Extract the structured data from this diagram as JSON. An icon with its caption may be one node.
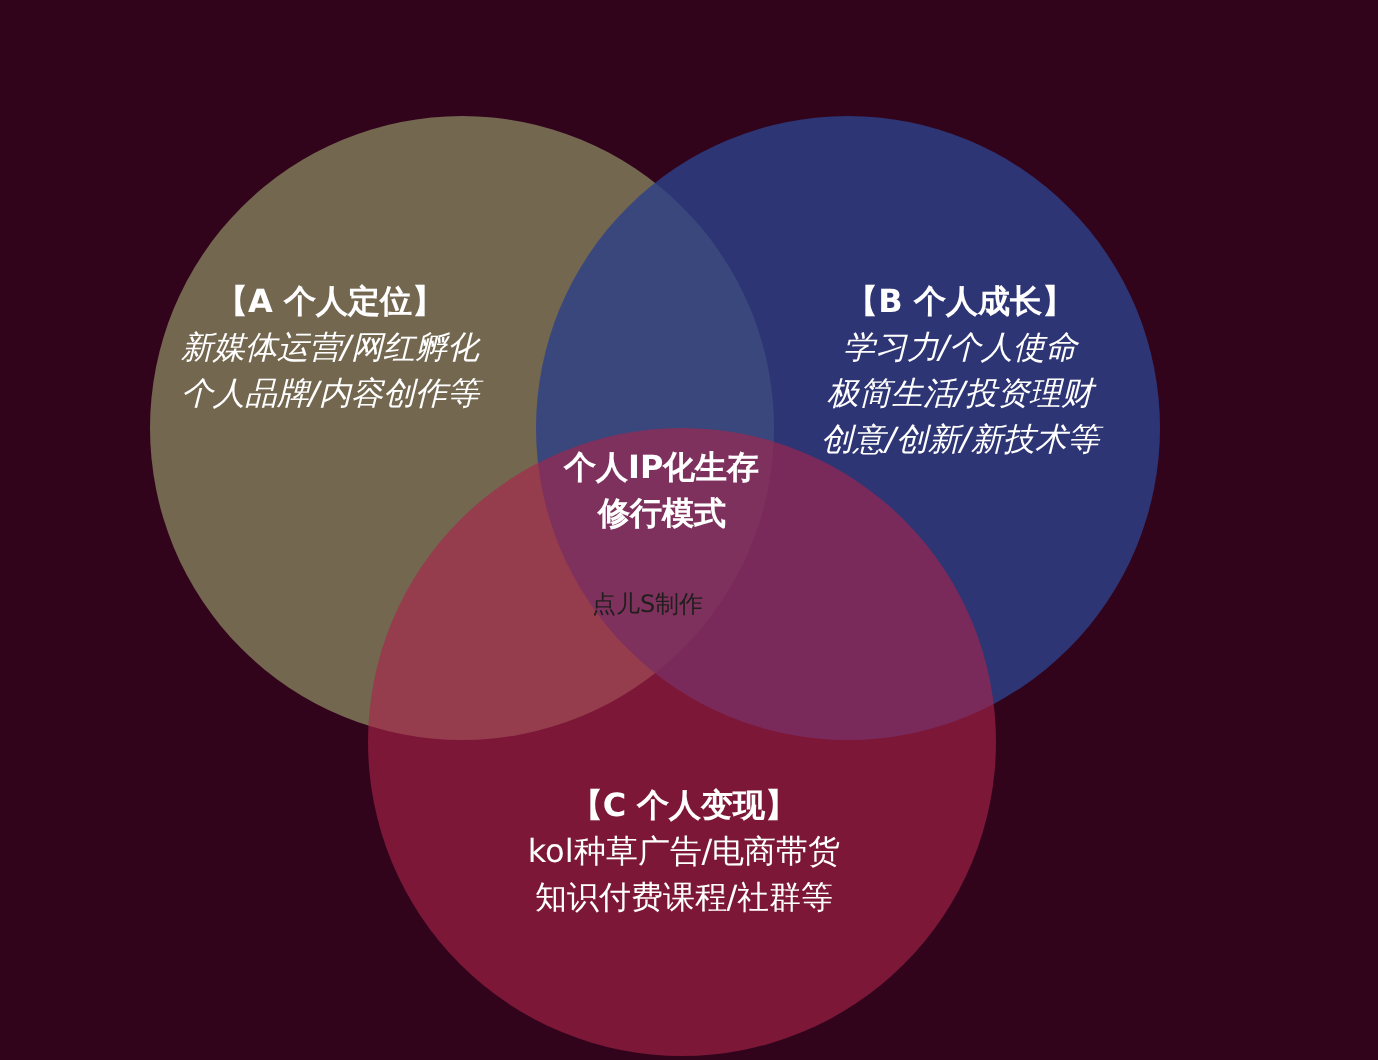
{
  "diagram": {
    "nodes": [
      {
        "text": [
          "【A 个人定位】",
          "新媒体运营/网红孵化个人品牌/内容创作等"
        ]
      },
      {
        "text": [
          "【B 个人成长】",
          "学习力/个人使命极简生活/投资理财创意/创新/新技术等"
        ]
      },
      {
        "text": [
          "【C 个人变现】",
          "kol种草广告/电商带货知识付费课程/社群等"
        ]
      }
    ],
    "edges": [],
    "labels": [
      "个人IP化生存修行模式",
      "点儿S制作"
    ]
  }
}
